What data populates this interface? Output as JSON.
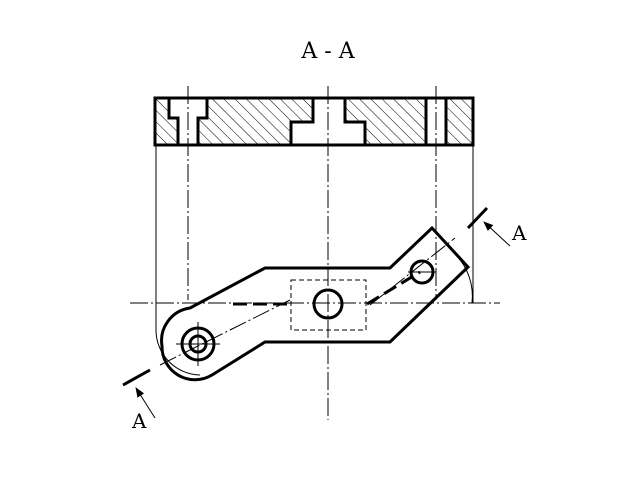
{
  "section_title": "A - A",
  "cut_label_top": "A",
  "cut_label_bottom": "A"
}
